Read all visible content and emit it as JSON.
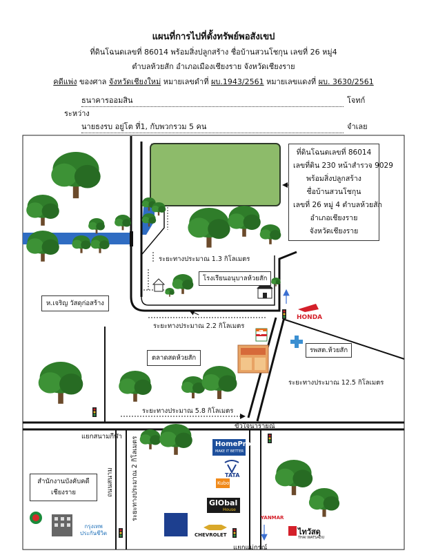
{
  "header": {
    "title": "แผนที่การไปที่ตั้งทรัพย์พอสังเขป",
    "line1": "ที่ดินโฉนดเลขที่ 86014 พร้อมสิ่งปลูกสร้าง ชื่อบ้านสวนโชกุน เลขที่ 26 หมู่4",
    "line2": "ตำบลห้วยสัก อำเภอเมืองเชียงราย จังหวัดเชียงราย",
    "case_prefix": "คดีแพ่ง",
    "case_mid1": "ของศาล",
    "court": "จังหวัดเชียงใหม่",
    "case_mid2": "หมายเลขดำที่",
    "black_no": "ผบ.1943/2561",
    "case_mid3": "หมายเลขแดงที่",
    "red_no": "ผบ. 3630/2561",
    "plaintiff": "ธนาคารออมสิน",
    "plaintiff_role": "โจทก์",
    "between": "ระหว่าง",
    "defendant": "นายธงรบ  อยู่โต ที่1, กับพวกรวม 5 คน",
    "defendant_role": "จำเลย"
  },
  "property_box": {
    "l1": "ที่ดินโฉนดเลขที่ 86014",
    "l2": "เลขที่ดิน 230 หน้าสำรวจ 9029",
    "l3": "พร้อมสิ่งปลูกสร้าง",
    "l4": "ชื่อบ้านสวนโชกุน",
    "l5": "เลขที่ 26 หมู่ 4 ตำบลห้วยสัก",
    "l6": "อำเภอเชียงราย",
    "l7": "จังหวัดเชียงราย"
  },
  "labels": {
    "dist_1_3": "ระยะทางประมาณ 1.3 กิโลเมตร",
    "school": "โรงเรียนอนุบาลห้วยสัก",
    "shop": "ห.เจริญ วัสดุก่อสร้าง",
    "honda": "HONDA",
    "dist_2_2": "ระยะทางประมาณ 2.2 กิโลเมตร",
    "hospital": "รพสต.ห้วยสัก",
    "market": "ตลาดสดห้วยสัก",
    "dist_12_5": "ระยะทางประมาณ 12.5 กิโลเมตร",
    "dist_5_8": "ระยะทางประมาณ 5.8 กิโลเมตร",
    "junction_left": "แยกสนามกีฬา",
    "junction_right": "ขัวใจนาราย​ณ์",
    "road_vertical": "ถนนสนาม",
    "dist_2": "ระยะทางประมาณ 2 กิโลเมตร",
    "office_l1": "สำนักงานบังคับคดี",
    "office_l2": "เชียงราย",
    "krungthep_l1": "กรุงเทพ",
    "krungthep_l2": "ประกันชีวิต",
    "homepro": "HomePro",
    "homepro_sub": "MAKE IT BETTER",
    "tata": "TATA",
    "kubota": "Kubota",
    "global": "GlObal",
    "global_sub": "House",
    "yanmar": "YANMAR",
    "chevrolet": "CHEVROLET",
    "thaiwatsadu": "ไทวัสดุ",
    "thaiwatsadu_sub": "THAI WATSADU",
    "junction_bottom": "แยกแม่กรณ์",
    "seven_eleven": "7"
  },
  "colors": {
    "land": "#8dbb6a",
    "land_border": "#2f3a2a",
    "water": "#2f6cc2",
    "tree": "#2f7d2a",
    "trunk": "#6b4a2b",
    "arrow_blue": "#3b6fd1",
    "honda_red": "#d4202a"
  }
}
